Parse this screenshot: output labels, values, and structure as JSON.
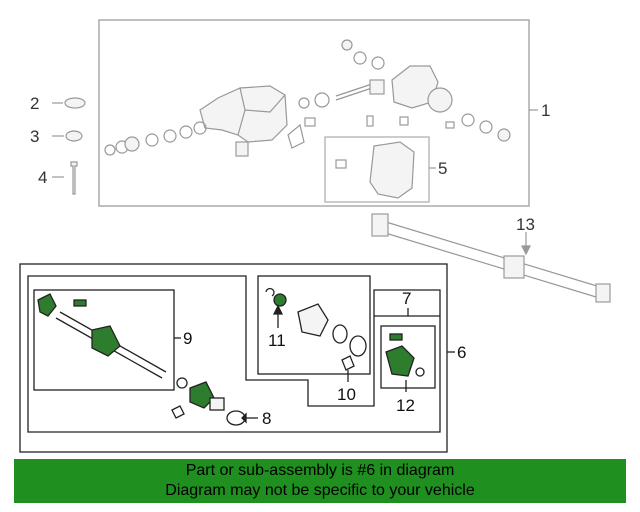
{
  "callouts": {
    "c1": "1",
    "c2": "2",
    "c3": "3",
    "c4": "4",
    "c5": "5",
    "c6": "6",
    "c7": "7",
    "c8": "8",
    "c9": "9",
    "c10": "10",
    "c11": "11",
    "c12": "12",
    "c13": "13"
  },
  "footer": {
    "line1": "Part or sub-assembly is #6 in diagram",
    "line2": "Diagram may not be specific to your vehicle"
  },
  "colors": {
    "highlight": "#2e7d2e",
    "footer_bg": "#1f8f1f",
    "line_gray": "#888888",
    "line_dark": "#222222"
  }
}
